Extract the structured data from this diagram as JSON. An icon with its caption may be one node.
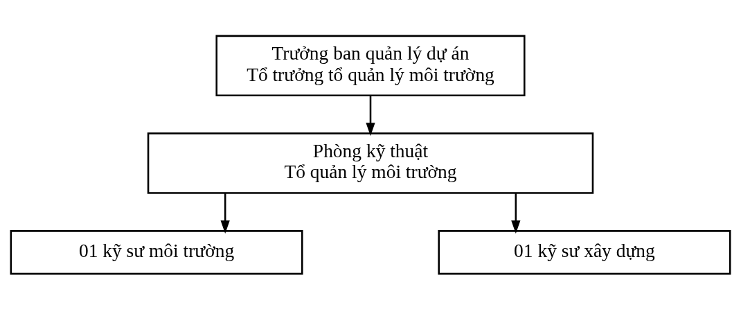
{
  "diagram": {
    "nodes": [
      {
        "text": [
          "Trưởng ban quản lý dự án",
          "Tổ trưởng tổ quản lý môi trường"
        ]
      },
      {
        "text": [
          "Phòng kỹ thuật",
          "Tổ quản lý môi trường"
        ]
      },
      {
        "text": [
          "01 kỹ sư môi trường"
        ]
      },
      {
        "text": [
          "01 kỹ sư xây dựng"
        ]
      }
    ],
    "edges": [
      {
        "from": 0,
        "to": 1,
        "arrow": "to"
      },
      {
        "from": 1,
        "to": 2,
        "arrow": "to"
      },
      {
        "from": 1,
        "to": 3,
        "arrow": "to"
      }
    ]
  }
}
